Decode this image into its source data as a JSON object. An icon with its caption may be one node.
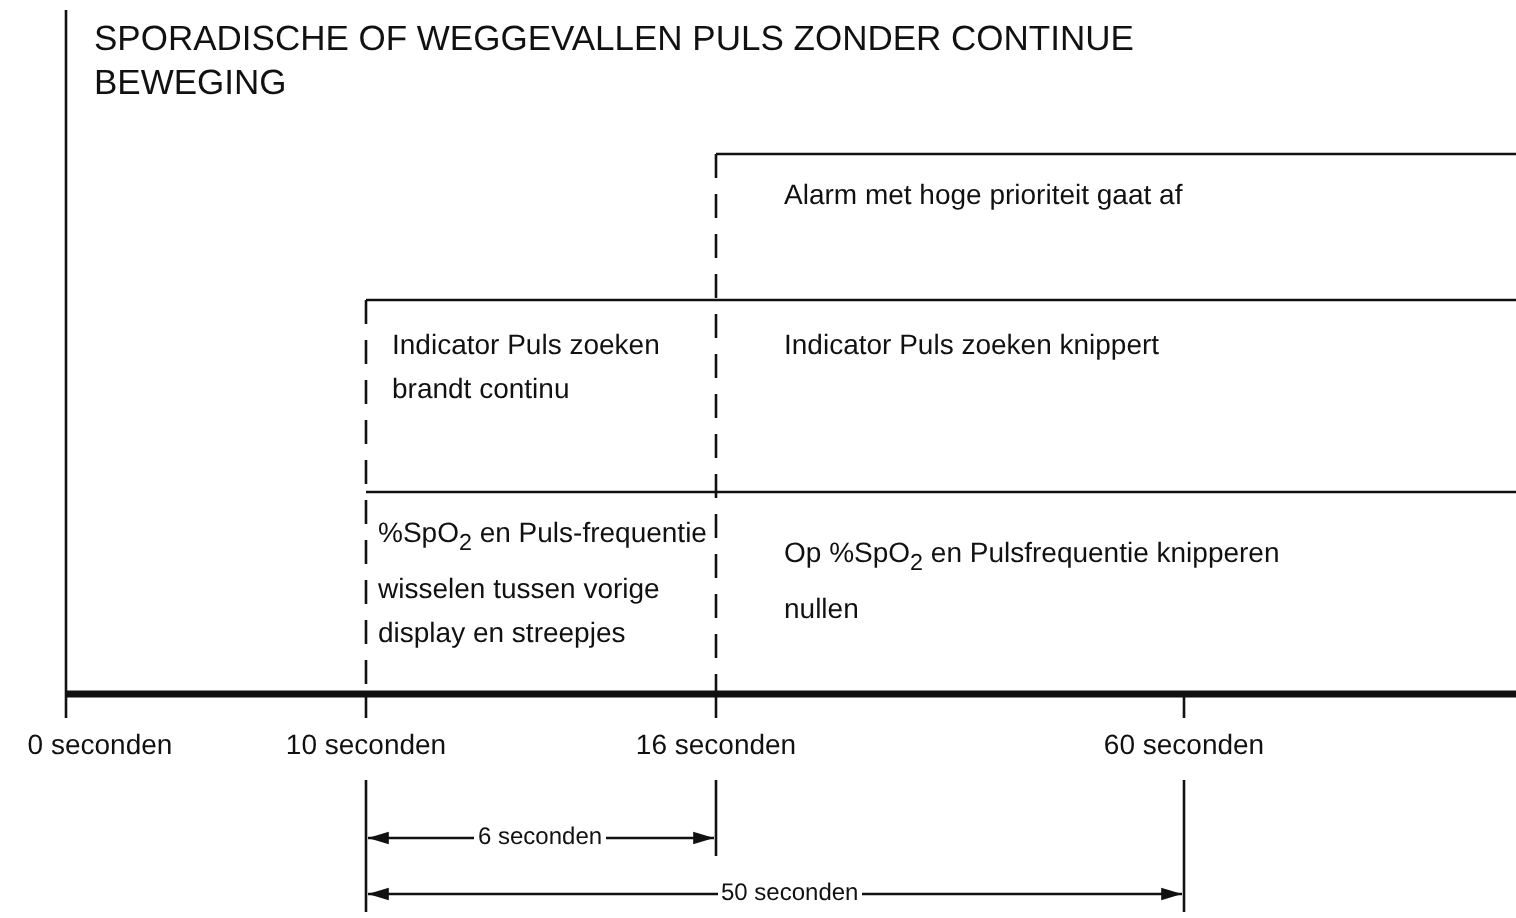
{
  "diagram": {
    "title": "SPORADISCHE OF WEGGEVALLEN PULS ZONDER CONTINUE BEWEGING",
    "labels": [
      "Alarm met hoge prioriteit gaat af",
      "Indicator Puls zoeken brandt continu",
      "Indicator Puls zoeken knippert",
      "%SpO$_{2}$ en Puls-frequentie wisselen tussen vorige display en streepjes",
      "Op %SpO$_{2}$ en Pulsfrequentie knipperen nullen",
      "0 seconden",
      "10 seconden",
      "16 seconden",
      "60 seconden",
      "6 seconden",
      "50 seconden"
    ]
  }
}
